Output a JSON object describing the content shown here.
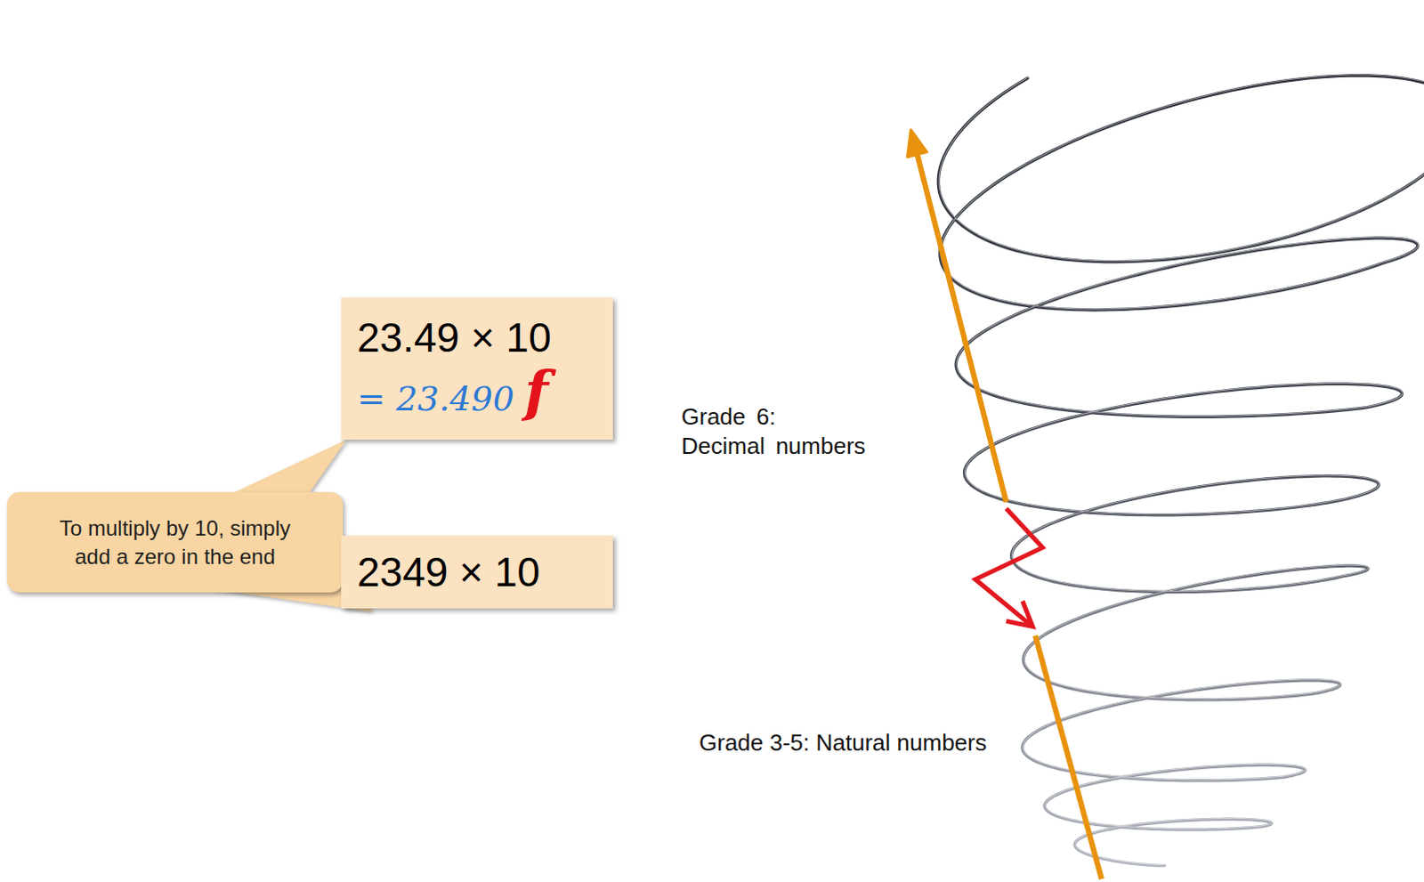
{
  "diagram": {
    "nodes": [
      {
        "text": [
          "23.49 × 10",
          "= 23.490",
          "f"
        ]
      },
      {
        "text": [
          "To multiply by 10, simply add a zero in the end"
        ]
      },
      {
        "text": [
          "2349 × 10"
        ]
      }
    ],
    "edges": [
      {
        "from": 1,
        "to": 0,
        "arrow": "none"
      },
      {
        "from": 1,
        "to": 2,
        "arrow": "none"
      }
    ],
    "labels": [
      "Grade 6: Decimal numbers",
      "Grade 3-5: Natural numbers"
    ]
  }
}
